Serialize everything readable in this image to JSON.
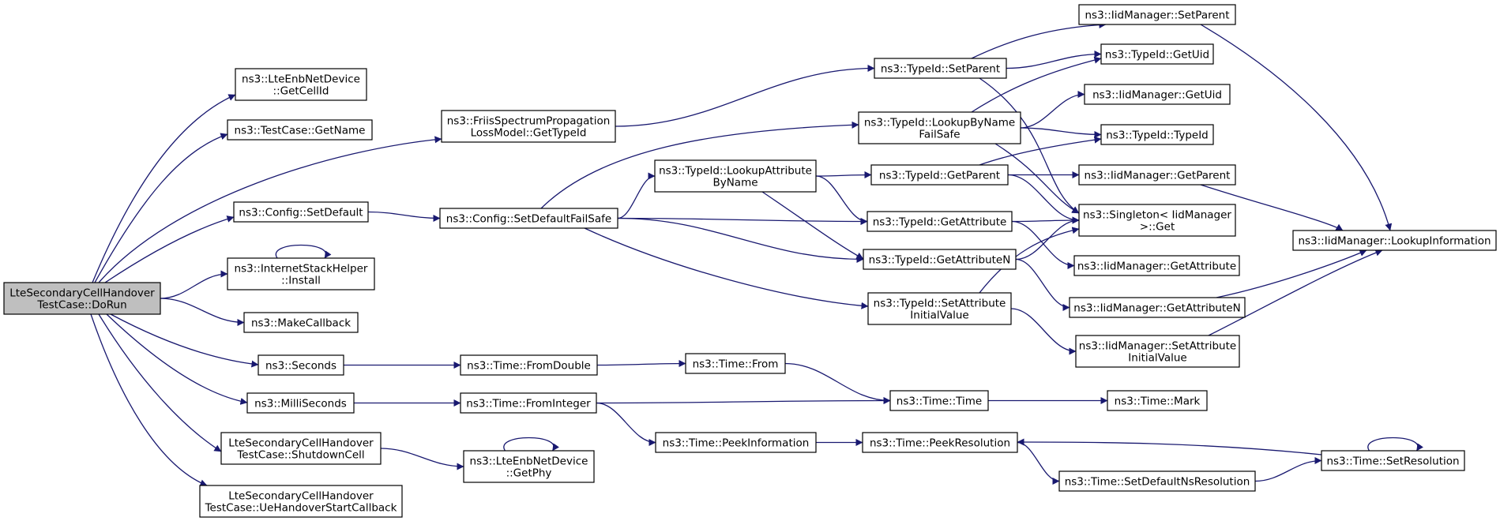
{
  "graph": {
    "nodes": [
      {
        "id": "root",
        "lines": [
          "LteSecondaryCellHandover",
          "TestCase::DoRun"
        ],
        "root": true
      },
      {
        "id": "getcellid",
        "lines": [
          "ns3::LteEnbNetDevice",
          "::GetCellId"
        ]
      },
      {
        "id": "getname",
        "lines": [
          "ns3::TestCase::GetName"
        ]
      },
      {
        "id": "friis",
        "lines": [
          "ns3::FriisSpectrumPropagation",
          "LossModel::GetTypeId"
        ]
      },
      {
        "id": "setdefault",
        "lines": [
          "ns3::Config::SetDefault"
        ]
      },
      {
        "id": "install",
        "lines": [
          "ns3::InternetStackHelper",
          "::Install"
        ]
      },
      {
        "id": "makecallback",
        "lines": [
          "ns3::MakeCallback"
        ]
      },
      {
        "id": "seconds",
        "lines": [
          "ns3::Seconds"
        ]
      },
      {
        "id": "milliseconds",
        "lines": [
          "ns3::MilliSeconds"
        ]
      },
      {
        "id": "shutdowncell",
        "lines": [
          "LteSecondaryCellHandover",
          "TestCase::ShutdownCell"
        ]
      },
      {
        "id": "uehandover",
        "lines": [
          "LteSecondaryCellHandover",
          "TestCase::UeHandoverStartCallback"
        ]
      },
      {
        "id": "setdefaultfailsafe",
        "lines": [
          "ns3::Config::SetDefaultFailSafe"
        ]
      },
      {
        "id": "fromdouble",
        "lines": [
          "ns3::Time::FromDouble"
        ]
      },
      {
        "id": "frominteger",
        "lines": [
          "ns3::Time::FromInteger"
        ]
      },
      {
        "id": "getphy",
        "lines": [
          "ns3::LteEnbNetDevice",
          "::GetPhy"
        ]
      },
      {
        "id": "lookupattr",
        "lines": [
          "ns3::TypeId::LookupAttribute",
          "ByName"
        ]
      },
      {
        "id": "timefrom",
        "lines": [
          "ns3::Time::From"
        ]
      },
      {
        "id": "peekinfo",
        "lines": [
          "ns3::Time::PeekInformation"
        ]
      },
      {
        "id": "setparent",
        "lines": [
          "ns3::TypeId::SetParent"
        ]
      },
      {
        "id": "lookupbyname",
        "lines": [
          "ns3::TypeId::LookupByName",
          "FailSafe"
        ]
      },
      {
        "id": "getparent",
        "lines": [
          "ns3::TypeId::GetParent"
        ]
      },
      {
        "id": "getattribute",
        "lines": [
          "ns3::TypeId::GetAttribute"
        ]
      },
      {
        "id": "getattributen",
        "lines": [
          "ns3::TypeId::GetAttributeN"
        ]
      },
      {
        "id": "setattrinit",
        "lines": [
          "ns3::TypeId::SetAttribute",
          "InitialValue"
        ]
      },
      {
        "id": "timetime",
        "lines": [
          "ns3::Time::Time"
        ]
      },
      {
        "id": "peekres",
        "lines": [
          "ns3::Time::PeekResolution"
        ]
      },
      {
        "id": "iid_setparent",
        "lines": [
          "ns3::IidManager::SetParent"
        ]
      },
      {
        "id": "typeid_getuid",
        "lines": [
          "ns3::TypeId::GetUid"
        ]
      },
      {
        "id": "iid_getuid",
        "lines": [
          "ns3::IidManager::GetUid"
        ]
      },
      {
        "id": "typeid_typeid",
        "lines": [
          "ns3::TypeId::TypeId"
        ]
      },
      {
        "id": "iid_getparent",
        "lines": [
          "ns3::IidManager::GetParent"
        ]
      },
      {
        "id": "singleton",
        "lines": [
          "ns3::Singleton< IidManager",
          " >::Get"
        ]
      },
      {
        "id": "iid_getattribute",
        "lines": [
          "ns3::IidManager::GetAttribute"
        ]
      },
      {
        "id": "iid_getattributen",
        "lines": [
          "ns3::IidManager::GetAttributeN"
        ]
      },
      {
        "id": "iid_setattrinit",
        "lines": [
          "ns3::IidManager::SetAttribute",
          "InitialValue"
        ]
      },
      {
        "id": "timemark",
        "lines": [
          "ns3::Time::Mark"
        ]
      },
      {
        "id": "setdefaultnsres",
        "lines": [
          "ns3::Time::SetDefaultNsResolution"
        ]
      },
      {
        "id": "setresolution",
        "lines": [
          "ns3::Time::SetResolution"
        ]
      },
      {
        "id": "lookupinfo",
        "lines": [
          "ns3::IidManager::LookupInformation"
        ]
      }
    ],
    "edges": [
      [
        "root",
        "getcellid"
      ],
      [
        "root",
        "getname"
      ],
      [
        "root",
        "friis"
      ],
      [
        "root",
        "setdefault"
      ],
      [
        "root",
        "install"
      ],
      [
        "root",
        "makecallback"
      ],
      [
        "root",
        "seconds"
      ],
      [
        "root",
        "milliseconds"
      ],
      [
        "root",
        "shutdowncell"
      ],
      [
        "root",
        "uehandover"
      ],
      [
        "friis",
        "setparent"
      ],
      [
        "setdefault",
        "setdefaultfailsafe"
      ],
      [
        "install",
        "install"
      ],
      [
        "seconds",
        "fromdouble"
      ],
      [
        "milliseconds",
        "frominteger"
      ],
      [
        "shutdowncell",
        "getphy"
      ],
      [
        "getphy",
        "getphy"
      ],
      [
        "setdefaultfailsafe",
        "lookupbyname"
      ],
      [
        "setdefaultfailsafe",
        "lookupattr"
      ],
      [
        "setdefaultfailsafe",
        "getattribute"
      ],
      [
        "setdefaultfailsafe",
        "getattributen"
      ],
      [
        "setdefaultfailsafe",
        "setattrinit"
      ],
      [
        "lookupattr",
        "getparent"
      ],
      [
        "lookupattr",
        "getattribute"
      ],
      [
        "lookupattr",
        "getattributen"
      ],
      [
        "fromdouble",
        "timefrom"
      ],
      [
        "timefrom",
        "timetime"
      ],
      [
        "frominteger",
        "timetime"
      ],
      [
        "frominteger",
        "peekinfo"
      ],
      [
        "peekinfo",
        "peekres"
      ],
      [
        "setparent",
        "iid_setparent"
      ],
      [
        "setparent",
        "typeid_getuid"
      ],
      [
        "setparent",
        "singleton"
      ],
      [
        "lookupbyname",
        "typeid_getuid"
      ],
      [
        "lookupbyname",
        "iid_getuid"
      ],
      [
        "lookupbyname",
        "typeid_typeid"
      ],
      [
        "lookupbyname",
        "singleton"
      ],
      [
        "getparent",
        "typeid_typeid"
      ],
      [
        "getparent",
        "iid_getparent"
      ],
      [
        "getparent",
        "singleton"
      ],
      [
        "getattribute",
        "singleton"
      ],
      [
        "getattribute",
        "iid_getattribute"
      ],
      [
        "getattributen",
        "singleton"
      ],
      [
        "getattributen",
        "iid_getattributen"
      ],
      [
        "setattrinit",
        "singleton"
      ],
      [
        "setattrinit",
        "iid_setattrinit"
      ],
      [
        "timetime",
        "timemark"
      ],
      [
        "peekres",
        "setdefaultnsres"
      ],
      [
        "setdefaultnsres",
        "setresolution"
      ],
      [
        "setresolution",
        "peekres"
      ],
      [
        "setresolution",
        "setresolution"
      ],
      [
        "iid_setparent",
        "lookupinfo"
      ],
      [
        "iid_getparent",
        "lookupinfo"
      ],
      [
        "iid_getattributen",
        "lookupinfo"
      ],
      [
        "iid_setattrinit",
        "lookupinfo"
      ]
    ]
  }
}
